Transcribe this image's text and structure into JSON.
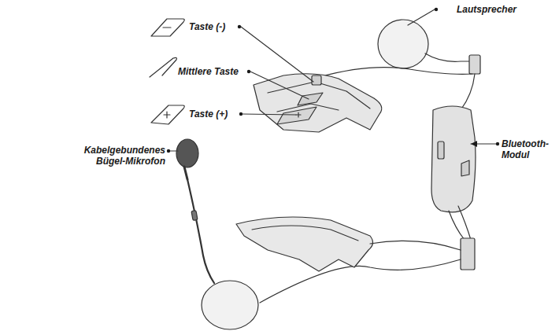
{
  "diagram": {
    "labels": [
      "Lautsprecher",
      "Taste (-)",
      "Mittlere Taste",
      "Taste (+)",
      "Kabelgebundenes Bügel-Mikrofon",
      "Bluetooth-Modul"
    ]
  }
}
